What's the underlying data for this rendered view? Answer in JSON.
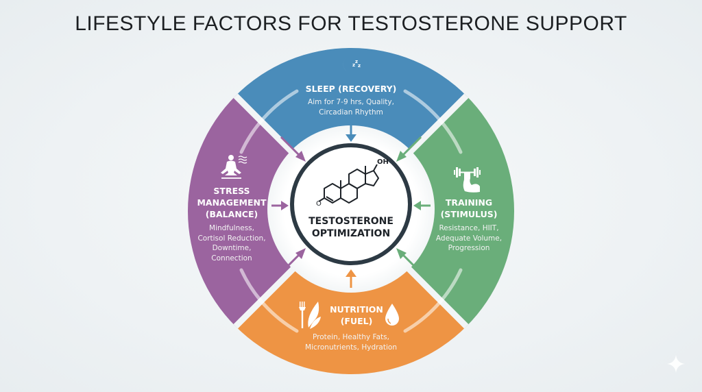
{
  "title": "LIFESTYLE FACTORS FOR TESTOSTERONE SUPPORT",
  "center": {
    "line1": "TESTOSTERONE",
    "line2": "OPTIMIZATION",
    "molecule_label": "OH",
    "ketone_label": "O",
    "icon": "testosterone-molecule-icon"
  },
  "segments": {
    "sleep": {
      "title": "SLEEP (RECOVERY)",
      "desc_line1": "Aim for 7-9 hrs, Quality,",
      "desc_line2": "Circadian Rhythm",
      "icon": "moon-zzz-icon",
      "color": "#4a8cba"
    },
    "training": {
      "title_line1": "TRAINING",
      "title_line2": "(STIMULUS)",
      "desc_line1": "Resistance, HIIT,",
      "desc_line2": "Adequate Volume,",
      "desc_line3": "Progression",
      "icon": "dumbbell-arm-icon",
      "color": "#6aae7a"
    },
    "nutrition": {
      "title_line1": "NUTRITION",
      "title_line2": "(FUEL)",
      "desc_line1": "Protein, Healthy Fats,",
      "desc_line2": "Micronutrients, Hydration",
      "icons": [
        "fork-icon",
        "leaf-icon",
        "water-drop-icon"
      ],
      "color": "#ee9444"
    },
    "stress": {
      "title_line1": "STRESS",
      "title_line2": "MANAGEMENT",
      "title_line3": "(BALANCE)",
      "desc_line1": "Mindfulness,",
      "desc_line2": "Cortisol Reduction,",
      "desc_line3": "Downtime,",
      "desc_line4": "Connection",
      "icon": "meditation-icon",
      "color": "#9b649f"
    }
  },
  "colors": {
    "background": "#eef2f4",
    "center_ring": "#2d3a44",
    "title_text": "#1c1f22"
  },
  "watermark_icon": "sparkle-icon"
}
